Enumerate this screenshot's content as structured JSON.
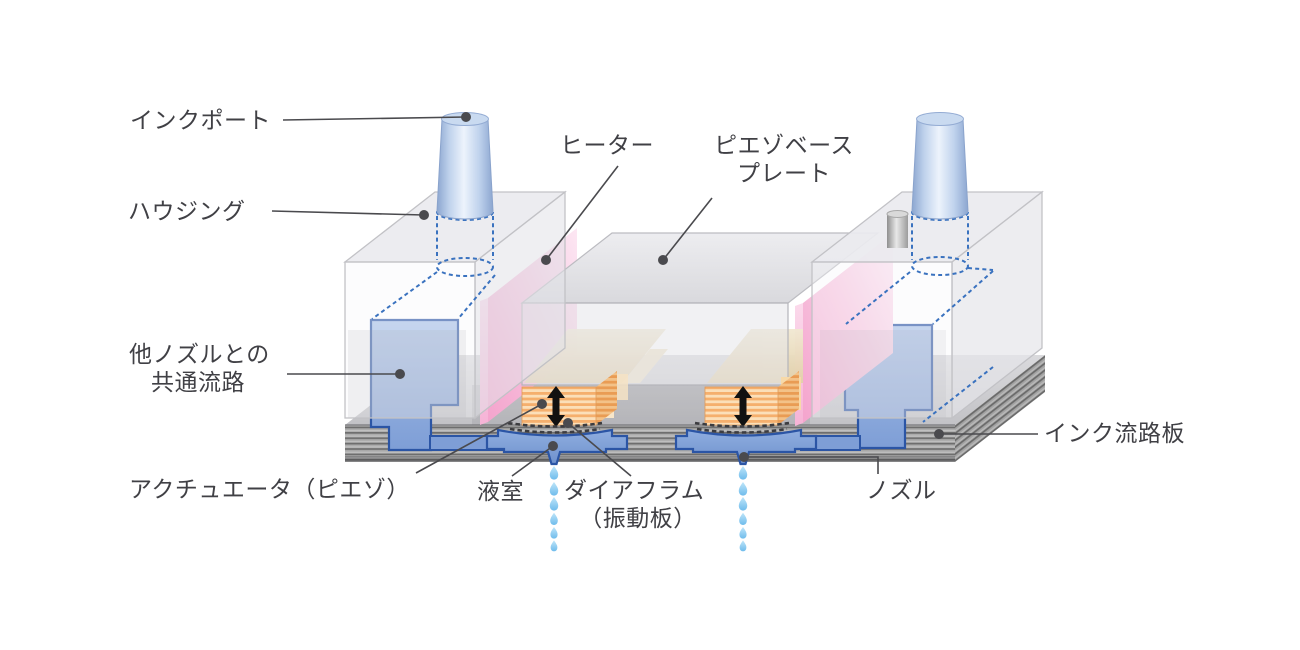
{
  "figure": {
    "type": "technical-diagram",
    "subject": "piezo-inkjet-printhead-cross-section",
    "labels": {
      "ink_port": "インクポート",
      "housing": "ハウジング",
      "heater": "ヒーター",
      "piezo_base_plate_1": "ピエゾベース",
      "piezo_base_plate_2": "プレート",
      "common_channel_1": "他ノズルとの",
      "common_channel_2": "共通流路",
      "actuator": "アクチュエータ（ピエゾ）",
      "liquid_chamber": "液室",
      "diaphragm_1": "ダイアフラム",
      "diaphragm_2": "（振動板）",
      "nozzle": "ノズル",
      "ink_channel_plate": "インク流路板"
    },
    "colors": {
      "label_text": "#404045",
      "leader_line": "#4A4A4E",
      "ink_blue_fill": "#7E9ED6",
      "ink_blue_stroke": "#2B55A5",
      "dashed_duct_blue": "#3A72BF",
      "heater_pink": "#F5A8CF",
      "actuator_orange": "#F5AF6D",
      "rear_actuator_tan": "#E8DCBC",
      "droplet_blue": "#8FCCF0",
      "plate_gray": "#ABABAB",
      "arrow_black": "#111111"
    },
    "droplet_streams": 2,
    "droplets_per_stream": 6
  }
}
